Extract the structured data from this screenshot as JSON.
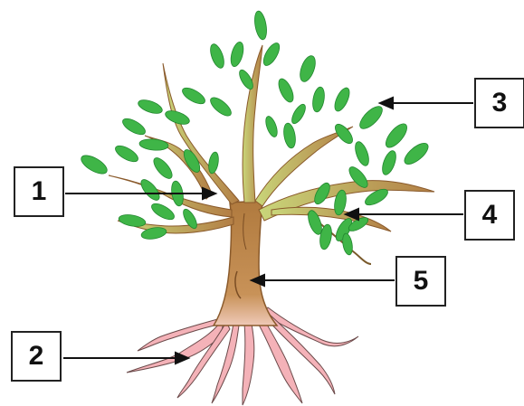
{
  "labels": [
    {
      "id": "1",
      "text": "1",
      "part": "branch"
    },
    {
      "id": "2",
      "text": "2",
      "part": "roots"
    },
    {
      "id": "3",
      "text": "3",
      "part": "leaves"
    },
    {
      "id": "4",
      "text": "4",
      "part": "twig"
    },
    {
      "id": "5",
      "text": "5",
      "part": "trunk"
    }
  ],
  "colors": {
    "leaf": "#3fb547",
    "leaf_dark": "#22872f",
    "young_branch": "#b8cc6a",
    "bark": "#c08a4e",
    "bark_dark": "#8a5a2b",
    "roots": "#f2aab0",
    "roots_outline": "#6b4a4a",
    "arrow": "#111111"
  }
}
